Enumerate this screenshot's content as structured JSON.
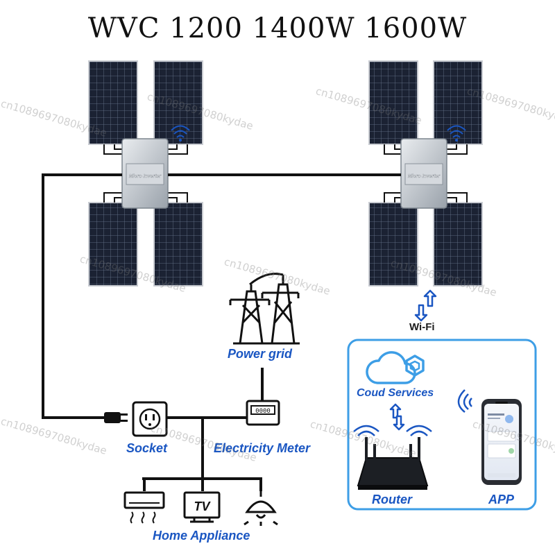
{
  "title": "WVC  1200  1400W  1600W",
  "inverter_label": "Micro Inverter",
  "labels": {
    "power_grid": "Power grid",
    "socket": "Socket",
    "meter": "Electricity Meter",
    "home": "Home Appliance",
    "wifi": "Wi-Fi",
    "cloud": "Coud Services",
    "router": "Router",
    "app": "APP",
    "tv": "TV"
  },
  "watermark": "cn1089697080kydae",
  "colors": {
    "label_blue": "#1a56c2",
    "box_border": "#3d9ee6",
    "panel": "#1b2233",
    "wire": "#111111"
  }
}
